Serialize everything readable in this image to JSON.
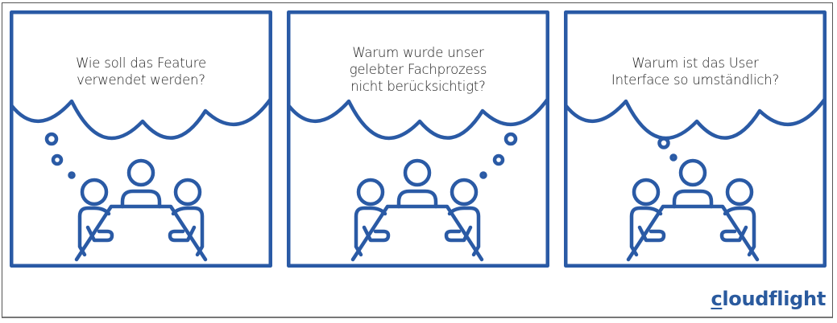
{
  "colors": {
    "accent": "#2a5aa5",
    "text": "#1e1e1e",
    "logo": "#2a5a9e",
    "frame": "#555555"
  },
  "panels": [
    {
      "caption": "Wie soll das Feature\nverwendet werden?",
      "bubble_side": "left",
      "icon": "meeting-table-icon"
    },
    {
      "caption": "Warum wurde unser\ngelebter Fachprozess\nnicht berücksichtigt?",
      "bubble_side": "right",
      "icon": "meeting-table-icon"
    },
    {
      "caption": "Warum ist das User\nInterface so umständlich?",
      "bubble_side": "center",
      "icon": "meeting-table-icon"
    }
  ],
  "logo": {
    "first_letter": "c",
    "rest": "loudflight"
  }
}
